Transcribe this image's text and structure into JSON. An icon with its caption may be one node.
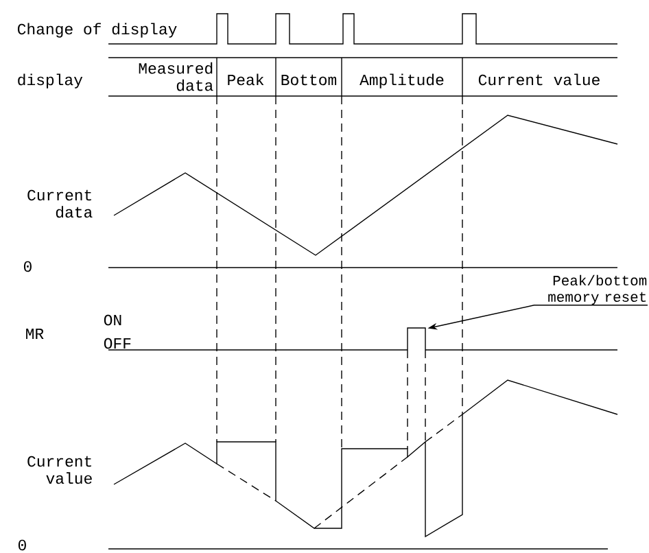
{
  "diagram": {
    "nodes": [
      {
        "text": [
          "Peak/bottom memory reset"
        ]
      },
      {
        "text": [],
        "shape": "box"
      }
    ],
    "edges": [
      {
        "from": 0,
        "to": 1,
        "arrow": "to"
      }
    ],
    "labels": [
      "Change of display",
      "display",
      "Measured data",
      "Peak",
      "Bottom",
      "Amplitude",
      "Current value",
      "Current data",
      "0",
      "MR",
      "ON",
      "OFF",
      "Current value",
      "0"
    ]
  }
}
